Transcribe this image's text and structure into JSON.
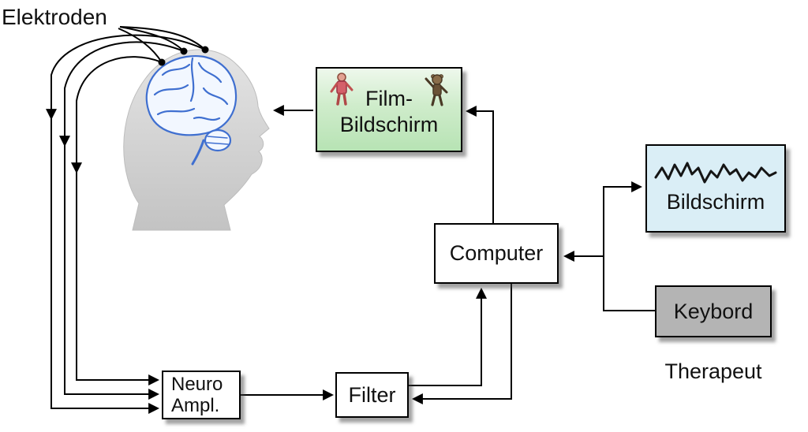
{
  "labels": {
    "elektroden": "Elektroden",
    "therapeut": "Therapeut"
  },
  "boxes": {
    "film": {
      "line1": "Film-",
      "line2": "Bildschirm"
    },
    "computer": {
      "label": "Computer"
    },
    "bildschirm": {
      "label": "Bildschirm"
    },
    "keybord": {
      "label": "Keybord"
    },
    "neuro": {
      "line1": "Neuro",
      "line2": "Ampl."
    },
    "filter": {
      "label": "Filter"
    }
  },
  "icons": {
    "head": "head-profile-silhouette",
    "brain": "brain-illustration",
    "electrodes": "electrode-dots",
    "waveform": "eeg-waveform",
    "figure_left": "pink-doll-figure",
    "figure_right": "waving-teddy-figure"
  },
  "colors": {
    "line": "#000000",
    "brain_blue": "#3f6fd0",
    "head_gray": "#d9d9d9",
    "film_bg": "#c7e9c4",
    "screen_bg": "#daeef6",
    "keyboard_bg": "#b4b4b4"
  }
}
